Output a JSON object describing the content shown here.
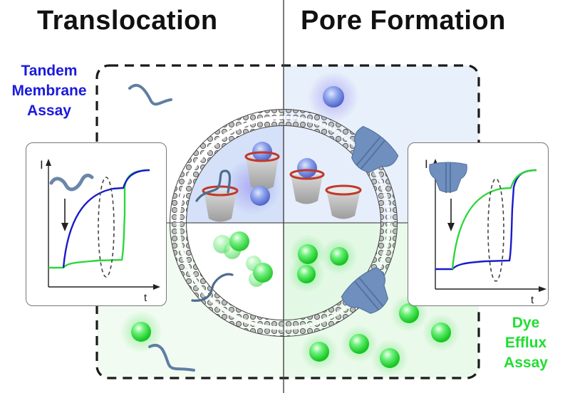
{
  "titles": {
    "left": "Translocation",
    "right": "Pore Formation"
  },
  "labels": {
    "tandem": "Tandem Membrane Assay",
    "tandem_lines": [
      "Tandem",
      "Membrane",
      "Assay"
    ],
    "dye": "Dye Efflux Assay",
    "dye_lines": [
      "Dye",
      "Efflux",
      "Assay"
    ]
  },
  "colors": {
    "tandem_label": "#1a1adc",
    "dye_label": "#22dd33",
    "blue_trace": "#1a1acc",
    "green_trace": "#2ed63a",
    "blue_quadrant_bg": "#e8f0fb",
    "green_quadrant_bg": "#eefaef",
    "protein": "#6f8fbf",
    "peptide": "#4f6c8f",
    "basket_rim": "#c0392b"
  },
  "insets": {
    "left": {
      "y_axis_label": "I",
      "x_axis_label": "t",
      "icon": "peptide-icon",
      "traces": [
        "blue",
        "green"
      ]
    },
    "right": {
      "y_axis_label": "I",
      "x_axis_label": "t",
      "icon": "pore-protein-icon",
      "traces": [
        "green",
        "blue"
      ]
    }
  },
  "quadrants": [
    {
      "position": "top-left",
      "theme": "translocation",
      "background": "white"
    },
    {
      "position": "top-right",
      "theme": "pore-formation",
      "background": "light-blue"
    },
    {
      "position": "bottom-left",
      "theme": "translocation",
      "background": "light-green"
    },
    {
      "position": "bottom-right",
      "theme": "pore-formation",
      "background": "light-green"
    }
  ]
}
